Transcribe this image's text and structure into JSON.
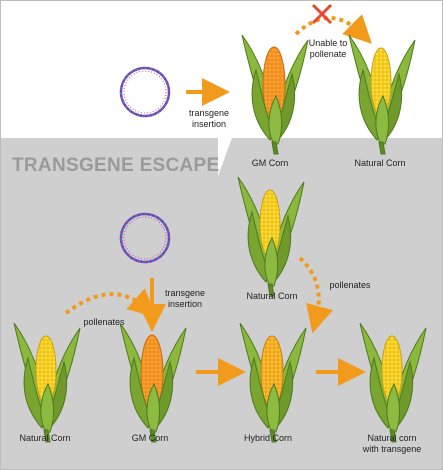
{
  "top": {
    "plasmid_icon": "dna-plasmid-ring",
    "transgene_label_1": "transgene",
    "transgene_label_2": "insertion",
    "blocked_label_1": "Unable to",
    "blocked_label_2": "pollenate",
    "gm_corn_label": "GM Corn",
    "natural_corn_label": "Natural Corn"
  },
  "bottom": {
    "title": "TRANSGENE ESCAPE",
    "transgene_label_1": "transgene",
    "transgene_label_2": "insertion",
    "pollenates_left": "pollenates",
    "pollenates_right": "pollenates",
    "natural_corn_top_label": "Natural Corn",
    "natural_corn_left_label": "Natural Corn",
    "gm_corn_label": "GM Corn",
    "hybrid_corn_label": "Hybrid Corn",
    "result_label_1": "Natural corn",
    "result_label_2": "with transgene"
  },
  "colors": {
    "arrow_orange": "#f29a1c",
    "cross_red": "#e64a2e",
    "gm_cob": "#f28c1a",
    "natural_cob": "#f7d21a",
    "husk_green": "#7aa531",
    "husk_dark": "#4d7a1f",
    "bottom_bg": "#cfcfcf"
  }
}
